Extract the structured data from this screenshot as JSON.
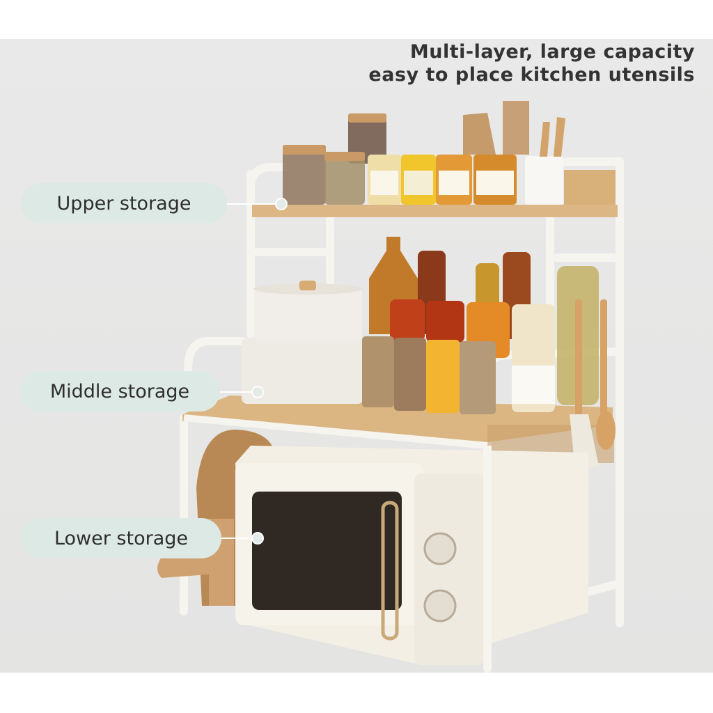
{
  "headline": {
    "line1": "Multi-layer, large capacity",
    "line2": "easy to place kitchen utensils"
  },
  "labels": {
    "upper": "Upper storage",
    "middle": "Middle storage",
    "lower": "Lower storage"
  },
  "colors": {
    "background": "#e7e7e6",
    "pill": "#dde9e5",
    "wood": "#d9b37f",
    "frame": "#f4f2ee"
  }
}
